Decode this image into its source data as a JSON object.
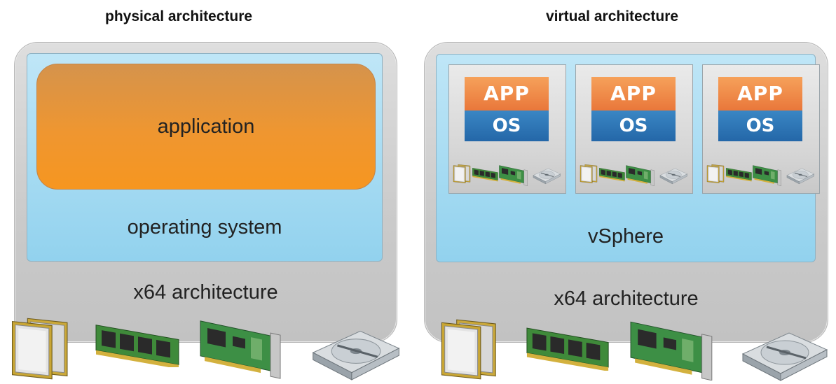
{
  "physical": {
    "title": "physical architecture",
    "application_label": "application",
    "os_label": "operating system",
    "hardware_label": "x64 architecture"
  },
  "virtual": {
    "title": "virtual architecture",
    "vms": [
      {
        "app": "APP",
        "os": "OS"
      },
      {
        "app": "APP",
        "os": "OS"
      },
      {
        "app": "APP",
        "os": "OS"
      }
    ],
    "hypervisor_label": "vSphere",
    "hardware_label": "x64 architecture"
  },
  "colors": {
    "app_orange": "#f39427",
    "vm_app_orange": "#ee8444",
    "vm_os_blue": "#2c74b6",
    "layer_blue": "#a6dcf2",
    "outer_gray": "#cfcfcf"
  },
  "icons": [
    "cpu-icon",
    "memory-icon",
    "nic-icon",
    "disk-icon"
  ]
}
